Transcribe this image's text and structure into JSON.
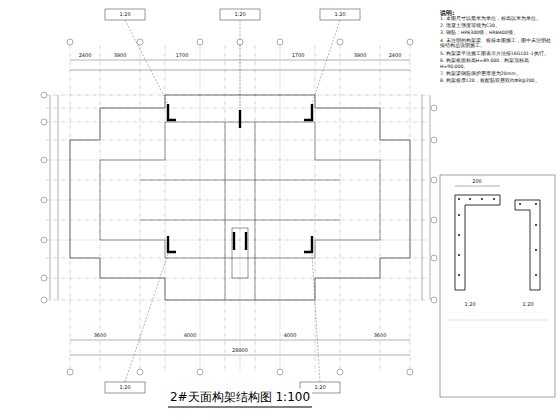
{
  "diagram": {
    "title": "2#天面构架结构图 1:100",
    "labels": [
      "说明:",
      "1. 本图尺寸以毫米为单位，标高以米为单位。",
      "2. 混凝土强度等级为C30。",
      "3. 钢筋：HPB300级，HRB400级。",
      "4. 未注明的构架梁、板按本图施工，图中未注明处按结构总说明施工。",
      "5. 构架梁平法施工图表示方法按16G101-1执行。",
      "6. 构架板面标高H=89.000，构架顶标高H=90.000。",
      "7. 构架梁钢筋保护层厚度为20mm。",
      "8. 构架板厚120，板配筋双层双向Φ8@200。",
      "2400",
      "3900",
      "1700",
      "1700",
      "3900",
      "2400",
      "3600",
      "4000",
      "4000",
      "3600",
      "28800",
      "1:20",
      "1:20",
      "1:20",
      "1:20",
      "1:20",
      "200",
      "1:20",
      "1:20"
    ]
  }
}
